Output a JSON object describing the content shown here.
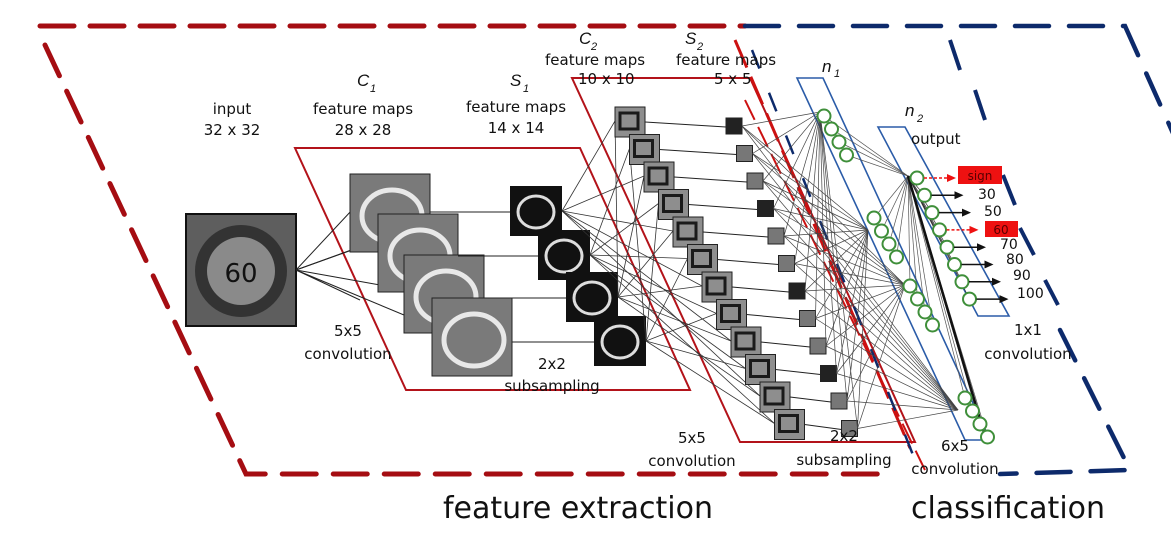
{
  "title": "Convolutional neural network for traffic sign recognition",
  "colors": {
    "feature_extraction": "#a50d12",
    "classification": "#0d2a6b",
    "layer_box_red": "#b3131a",
    "layer_box_blue": "#2b5ca8",
    "neuron_fill": "#ffffff",
    "neuron_stroke": "#3f8f3a",
    "highlight": "#ee1111"
  },
  "sections": {
    "feature_extraction": "feature extraction",
    "classification": "classification"
  },
  "layers": {
    "input": {
      "name": "input",
      "size": "32 x 32",
      "image_text": "60"
    },
    "c1": {
      "symbol": "C",
      "index": "1",
      "name": "feature maps",
      "size": "28 x 28",
      "map_count": 4
    },
    "s1": {
      "symbol": "S",
      "index": "1",
      "name": "feature maps",
      "size": "14 x 14",
      "map_count": 4
    },
    "c2": {
      "symbol": "C",
      "index": "2",
      "name": "feature maps",
      "size": "10 x 10",
      "map_count": 12
    },
    "s2": {
      "symbol": "S",
      "index": "2",
      "name": "feature maps",
      "size": "5 x 5",
      "map_count": 12
    },
    "n1": {
      "symbol": "n",
      "index": "1"
    },
    "n2": {
      "symbol": "n",
      "index": "2",
      "name": "output"
    }
  },
  "operations": {
    "conv1": {
      "kernel": "5x5",
      "name": "convolution"
    },
    "sub1": {
      "kernel": "2x2",
      "name": "subsampling"
    },
    "conv2": {
      "kernel": "5x5",
      "name": "convolution"
    },
    "sub2": {
      "kernel": "2x2",
      "name": "subsampling"
    },
    "conv3": {
      "kernel": "6x5",
      "name": "convolution"
    },
    "conv4": {
      "kernel": "1x1",
      "name": "convolution"
    }
  },
  "outputs": [
    {
      "label": "sign",
      "highlighted": true
    },
    {
      "label": "30",
      "highlighted": false
    },
    {
      "label": "50",
      "highlighted": false
    },
    {
      "label": "60",
      "highlighted": true
    },
    {
      "label": "70",
      "highlighted": false
    },
    {
      "label": "80",
      "highlighted": false
    },
    {
      "label": "90",
      "highlighted": false
    },
    {
      "label": "100",
      "highlighted": false
    }
  ]
}
